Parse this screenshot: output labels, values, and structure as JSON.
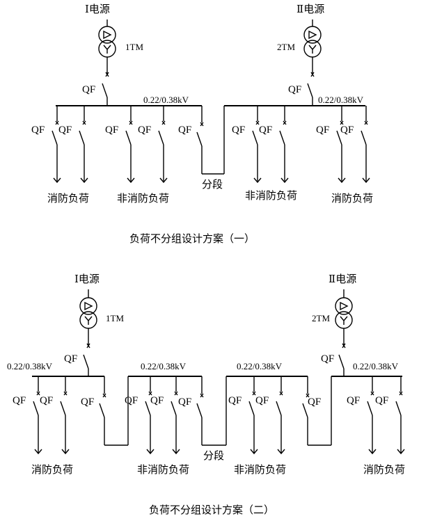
{
  "diagram1": {
    "source_left": "Ⅰ电源",
    "source_right": "Ⅱ电源",
    "transformer_left": "1TM",
    "transformer_right": "2TM",
    "voltage_left": "0.22/0.38kV",
    "voltage_right": "0.22/0.38kV",
    "breaker": "QF",
    "tie": "分段",
    "load_fire_left": "消防负荷",
    "load_nonfire_left": "非消防负荷",
    "load_nonfire_right": "非消防负荷",
    "load_fire_right": "消防负荷",
    "caption": "负荷不分组设计方案（一）"
  },
  "diagram2": {
    "source_left": "Ⅰ电源",
    "source_right": "Ⅱ电源",
    "transformer_left": "1TM",
    "transformer_right": "2TM",
    "voltage_1": "0.22/0.38kV",
    "voltage_2": "0.22/0.38kV",
    "voltage_3": "0.22/0.38kV",
    "voltage_4": "0.22/0.38kV",
    "breaker": "QF",
    "tie": "分段",
    "load_fire_left": "消防负荷",
    "load_nonfire_left": "非消防负荷",
    "load_nonfire_right": "非消防负荷",
    "load_fire_right": "消防负荷",
    "caption": "负荷不分组设计方案（二）"
  }
}
